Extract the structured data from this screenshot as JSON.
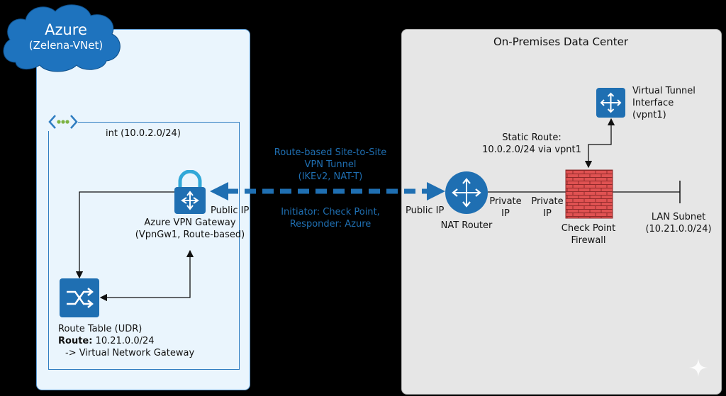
{
  "azure": {
    "title": "Azure",
    "subtitle": "(Zelena-VNet)",
    "subnet_label": "int (10.0.2.0/24)",
    "vpn_gateway": {
      "name": "Azure VPN Gateway",
      "detail": "(VpnGw1, Route-based)",
      "ip_label": "Public IP"
    },
    "route_table": {
      "name": "Route Table (UDR)",
      "route_key": "Route:",
      "route_value": "10.21.0.0/24",
      "next_hop": "-> Virtual Network Gateway"
    }
  },
  "tunnel": {
    "line1": "Route-based Site-to-Site",
    "line2": "VPN Tunnel",
    "line3": "(IKEv2, NAT-T)",
    "roles1": "Initiator: Check Point,",
    "roles2": "Responder: Azure"
  },
  "onprem": {
    "title": "On-Premises Data Center",
    "nat_router": {
      "name": "NAT Router",
      "public_ip": "Public IP",
      "private_ip_1": "Private",
      "private_ip_2": "IP"
    },
    "firewall": {
      "name1": "Check Point",
      "name2": "Firewall",
      "private_ip_1": "Private",
      "private_ip_2": "IP"
    },
    "vti": {
      "line1": "Virtual Tunnel",
      "line2": "Interface",
      "line3": "(vpnt1)"
    },
    "static_route": {
      "line1": "Static Route:",
      "line2": "10.0.2.0/24 via vpnt1"
    },
    "lan": {
      "line1": "LAN Subnet",
      "line2": "(10.21.0.0/24)"
    }
  },
  "colors": {
    "azure_blue": "#1f6fb2",
    "firewall_red": "#e05252",
    "azure_panel": "#eaf5fd",
    "onprem_panel": "#e6e6e6"
  },
  "icons": [
    "cloud-icon",
    "vnet-icon",
    "vpn-gateway-icon",
    "route-table-icon",
    "router-icon",
    "firewall-icon",
    "vti-icon",
    "sparkle-icon"
  ]
}
